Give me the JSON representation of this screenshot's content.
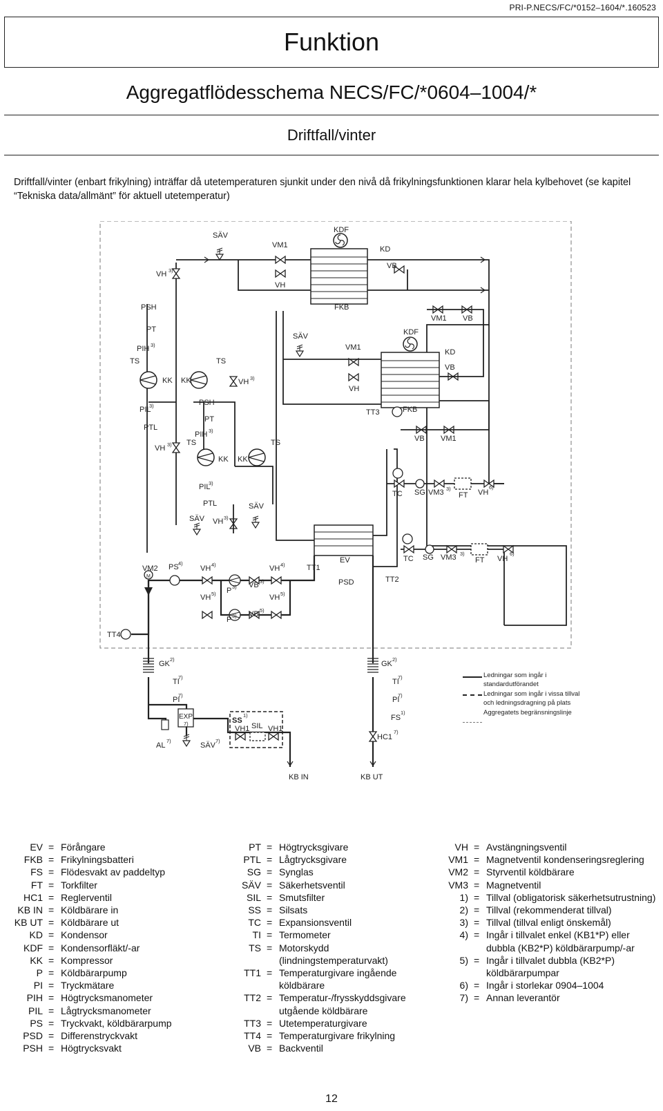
{
  "header": {
    "doc_code": "PRI-P.NECS/FC/*0152–1604/*.160523",
    "title": "Funktion",
    "section_title": "Aggregatflödesschema NECS/FC/*0604–1004/*",
    "sub_title": "Driftfall/vinter",
    "intro": "Driftfall/vinter (enbart frikylning) inträffar då utetemperaturen sjunkit under den nivå då frikylningsfunktionen klarar hela kylbehovet (se kapitel “Tekniska data/allmänt” för aktuell utetemperatur)"
  },
  "diagram": {
    "labels": {
      "sav": "SÄV",
      "vh": "VH",
      "vm1": "VM1",
      "kdf": "KDF",
      "kd": "KD",
      "vb": "VB",
      "psh": "PSH",
      "pt": "PT",
      "pih": "PIH",
      "ts": "TS",
      "kk": "KK",
      "fkb": "FKB",
      "pil": "PIL",
      "ptl": "PTL",
      "tt3": "TT3",
      "tc": "TC",
      "sg": "SG",
      "vm3": "VM3",
      "ft": "FT",
      "vm2": "VM2",
      "ps": "PS",
      "p": "P",
      "tt1": "TT1",
      "ev": "EV",
      "psd": "PSD",
      "tt2": "TT2",
      "tt4": "TT4",
      "gk": "GK",
      "ti": "TI",
      "pi": "PI",
      "exp": "EXP",
      "al": "AL",
      "ss": "SS",
      "sil": "SIL",
      "fs": "FS",
      "hc1": "HC1",
      "kb_in": "KB IN",
      "kb_ut": "KB UT",
      "n1": "1)",
      "n2": "2)",
      "n3": "3)",
      "n4": "4)",
      "n5": "5)",
      "n6": "6)",
      "n7": "7)"
    }
  },
  "legend": [
    {
      "style": "solid",
      "text": "Ledningar som ingår i standardutförandet"
    },
    {
      "style": "dashed",
      "text": "Ledningar som ingår i vissa tillval och ledningsdragning på plats"
    },
    {
      "style": "thin-dashed",
      "text": "Aggregatets begränsningslinje"
    }
  ],
  "abbreviations": {
    "col1": [
      {
        "k": "EV",
        "v": "Förångare"
      },
      {
        "k": "FKB",
        "v": "Frikylningsbatteri"
      },
      {
        "k": "FS",
        "v": "Flödesvakt av paddeltyp"
      },
      {
        "k": "FT",
        "v": "Torkfilter"
      },
      {
        "k": "HC1",
        "v": "Reglerventil"
      },
      {
        "k": "KB IN",
        "v": "Köldbärare in"
      },
      {
        "k": "KB UT",
        "v": "Köldbärare ut"
      },
      {
        "k": "KD",
        "v": "Kondensor"
      },
      {
        "k": "KDF",
        "v": "Kondensorfläkt/-ar"
      },
      {
        "k": "KK",
        "v": "Kompressor"
      },
      {
        "k": "P",
        "v": "Köldbärarpump"
      },
      {
        "k": "PI",
        "v": "Tryckmätare"
      },
      {
        "k": "PIH",
        "v": "Högtrycksmanometer"
      },
      {
        "k": "PIL",
        "v": "Lågtrycksmanometer"
      },
      {
        "k": "PS",
        "v": "Tryckvakt, köldbärarpump"
      },
      {
        "k": "PSD",
        "v": "Differenstryckvakt"
      },
      {
        "k": "PSH",
        "v": "Högtrycksvakt"
      }
    ],
    "col2": [
      {
        "k": "PT",
        "v": "Högtrycksgivare"
      },
      {
        "k": "PTL",
        "v": "Lågtrycksgivare"
      },
      {
        "k": "SG",
        "v": "Synglas"
      },
      {
        "k": "SÄV",
        "v": "Säkerhetsventil"
      },
      {
        "k": "SIL",
        "v": "Smutsfilter"
      },
      {
        "k": "SS",
        "v": "Silsats"
      },
      {
        "k": "TC",
        "v": "Expansionsventil"
      },
      {
        "k": "TI",
        "v": "Termometer"
      },
      {
        "k": "TS",
        "v": "Motorskydd (lindningstemperaturvakt)"
      },
      {
        "k": "TT1",
        "v": "Temperaturgivare ingående köldbärare"
      },
      {
        "k": "TT2",
        "v": "Temperatur-/frysskyddsgivare utgående köldbärare"
      },
      {
        "k": "TT3",
        "v": "Utetemperaturgivare"
      },
      {
        "k": "TT4",
        "v": "Temperaturgivare frikylning"
      },
      {
        "k": "VB",
        "v": "Backventil"
      }
    ],
    "col3": [
      {
        "k": "VH",
        "v": "Avstängningsventil"
      },
      {
        "k": "VM1",
        "v": "Magnetventil kondenseringsreglering"
      },
      {
        "k": "VM2",
        "v": "Styrventil köldbärare"
      },
      {
        "k": "VM3",
        "v": "Magnetventil"
      },
      {
        "k": "1)",
        "v": "Tillval (obligatorisk säkerhetsutrustning)"
      },
      {
        "k": "2)",
        "v": "Tillval (rekommenderat tillval)"
      },
      {
        "k": "3)",
        "v": "Tillval (tillval enligt önskemål)"
      },
      {
        "k": "4)",
        "v": "Ingår i tillvalet enkel (KB1*P) eller dubbla (KB2*P) köldbärarpump/-ar"
      },
      {
        "k": "5)",
        "v": "Ingår i tillvalet dubbla (KB2*P) köldbärarpumpar"
      },
      {
        "k": "6)",
        "v": "Ingår i storlekar 0904–1004"
      },
      {
        "k": "7)",
        "v": "Annan leverantör"
      }
    ]
  },
  "page_number": "12"
}
